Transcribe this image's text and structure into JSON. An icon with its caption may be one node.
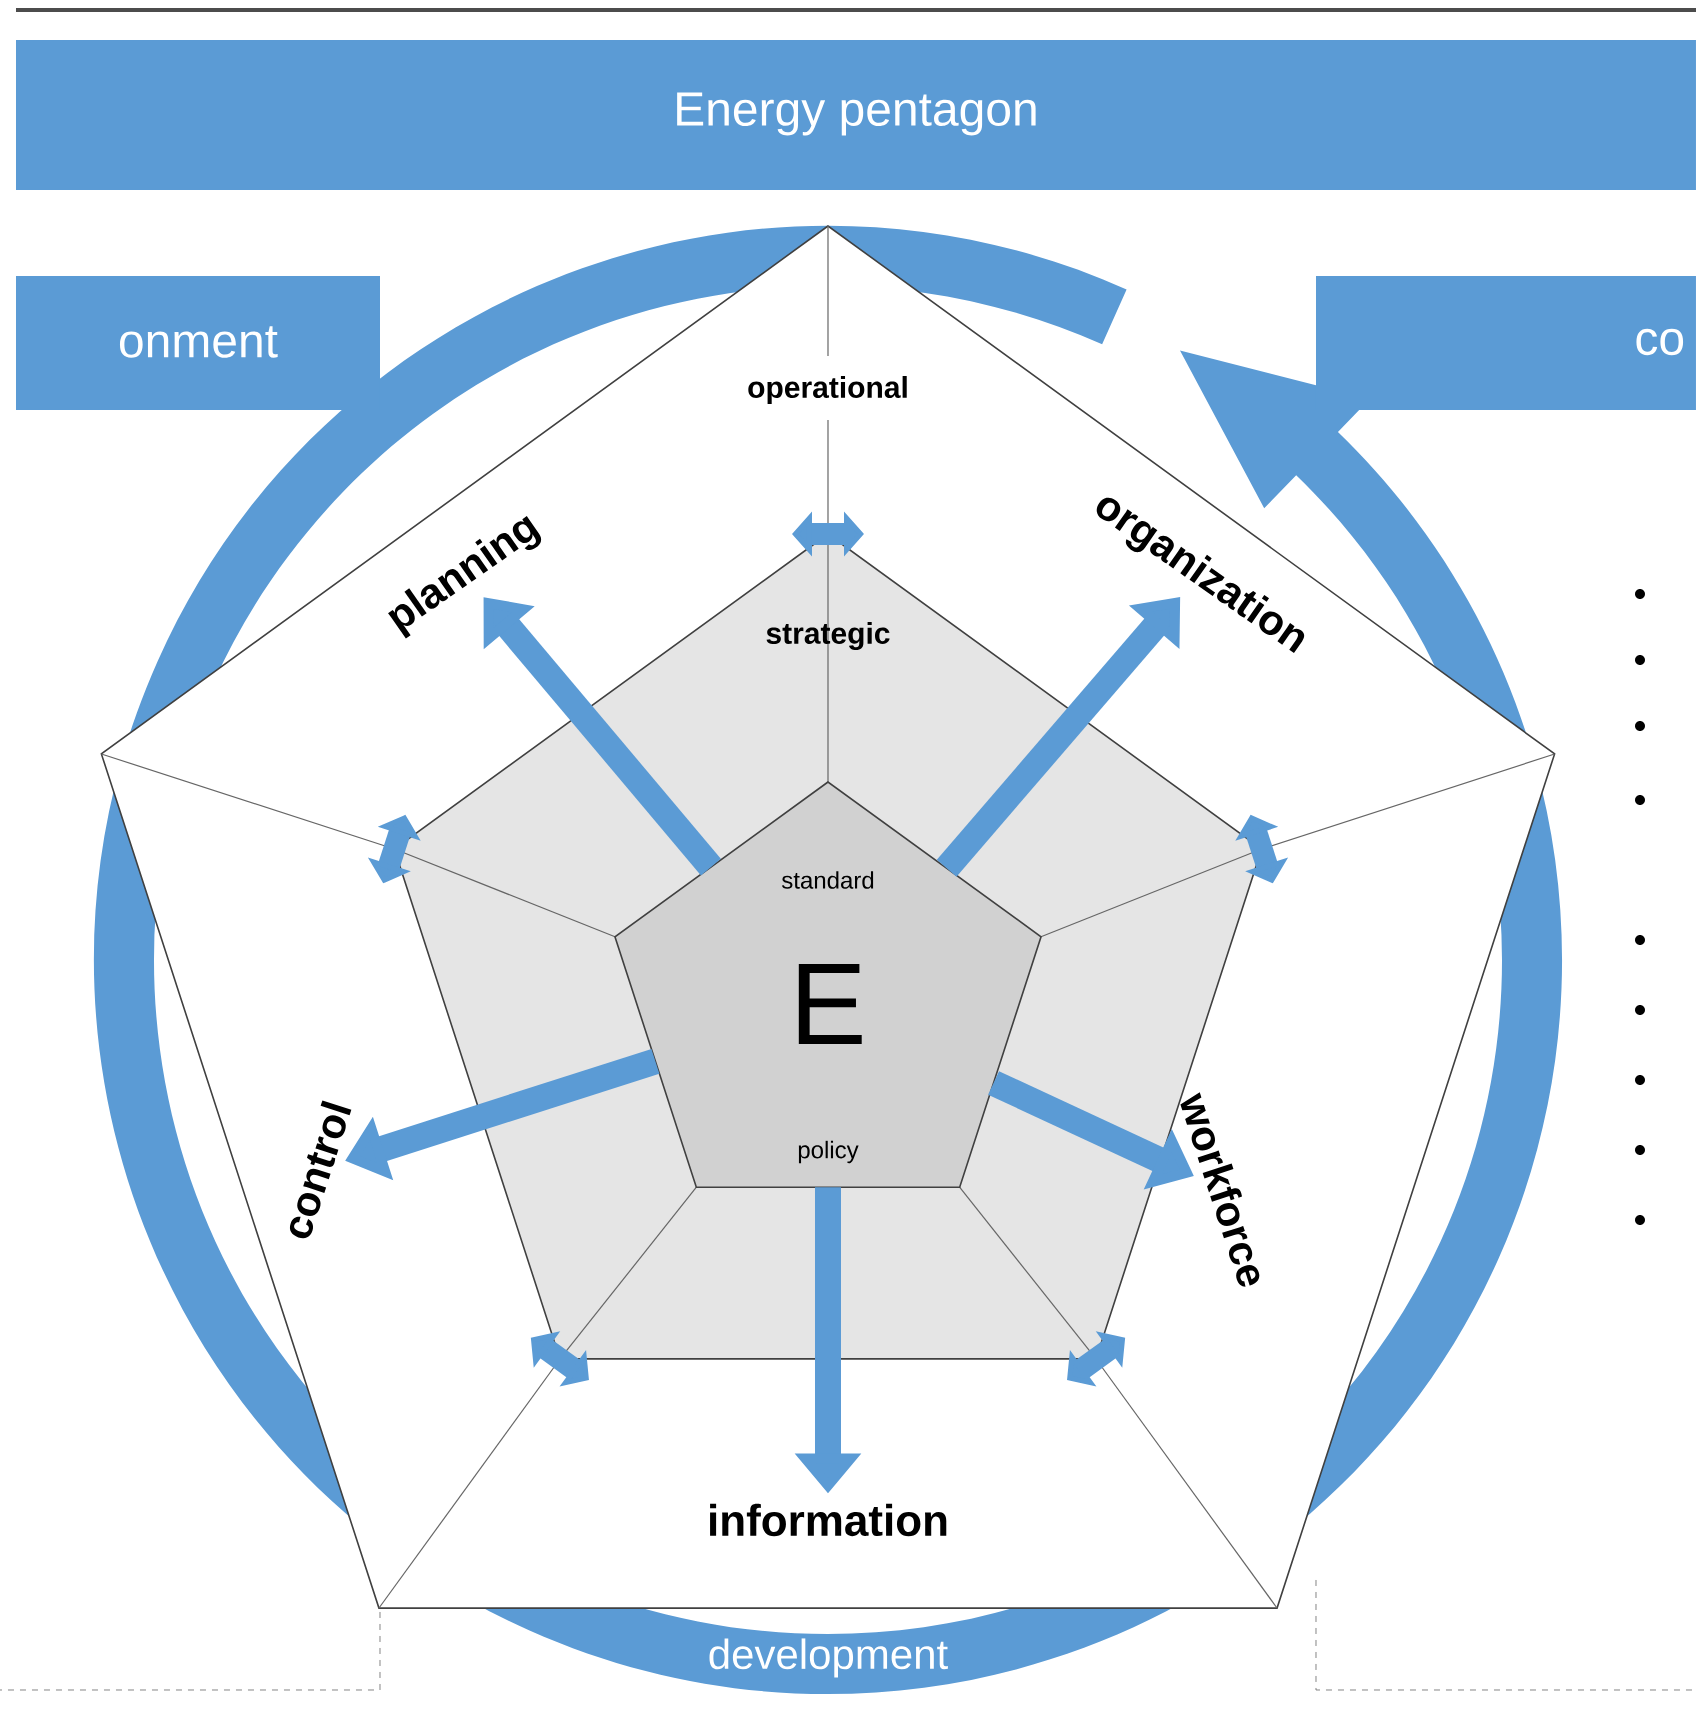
{
  "diagram": {
    "nodes": [
      {
        "text": [
          "Energy pentagon"
        ]
      },
      {
        "text": [
          "onment"
        ]
      },
      {
        "text": [
          "co"
        ]
      },
      {
        "text": [
          "operational"
        ]
      },
      {
        "text": [
          "strategic"
        ],
        "in": 3
      },
      {
        "text": [
          "standard",
          "E",
          "policy"
        ],
        "in": 4
      },
      {
        "text": [
          "planning"
        ],
        "in": 3
      },
      {
        "text": [
          "organization"
        ],
        "in": 3
      },
      {
        "text": [
          "workforce"
        ],
        "in": 3
      },
      {
        "text": [
          "information"
        ],
        "in": 3
      },
      {
        "text": [
          "control"
        ],
        "in": 3
      },
      {
        "text": [
          "development"
        ]
      }
    ],
    "edges": [
      {
        "from": 5,
        "to": 6,
        "arrow": "to"
      },
      {
        "from": 5,
        "to": 7,
        "arrow": "to"
      },
      {
        "from": 5,
        "to": 8,
        "arrow": "to"
      },
      {
        "from": 5,
        "to": 9,
        "arrow": "to"
      },
      {
        "from": 5,
        "to": 10,
        "arrow": "to"
      }
    ]
  }
}
